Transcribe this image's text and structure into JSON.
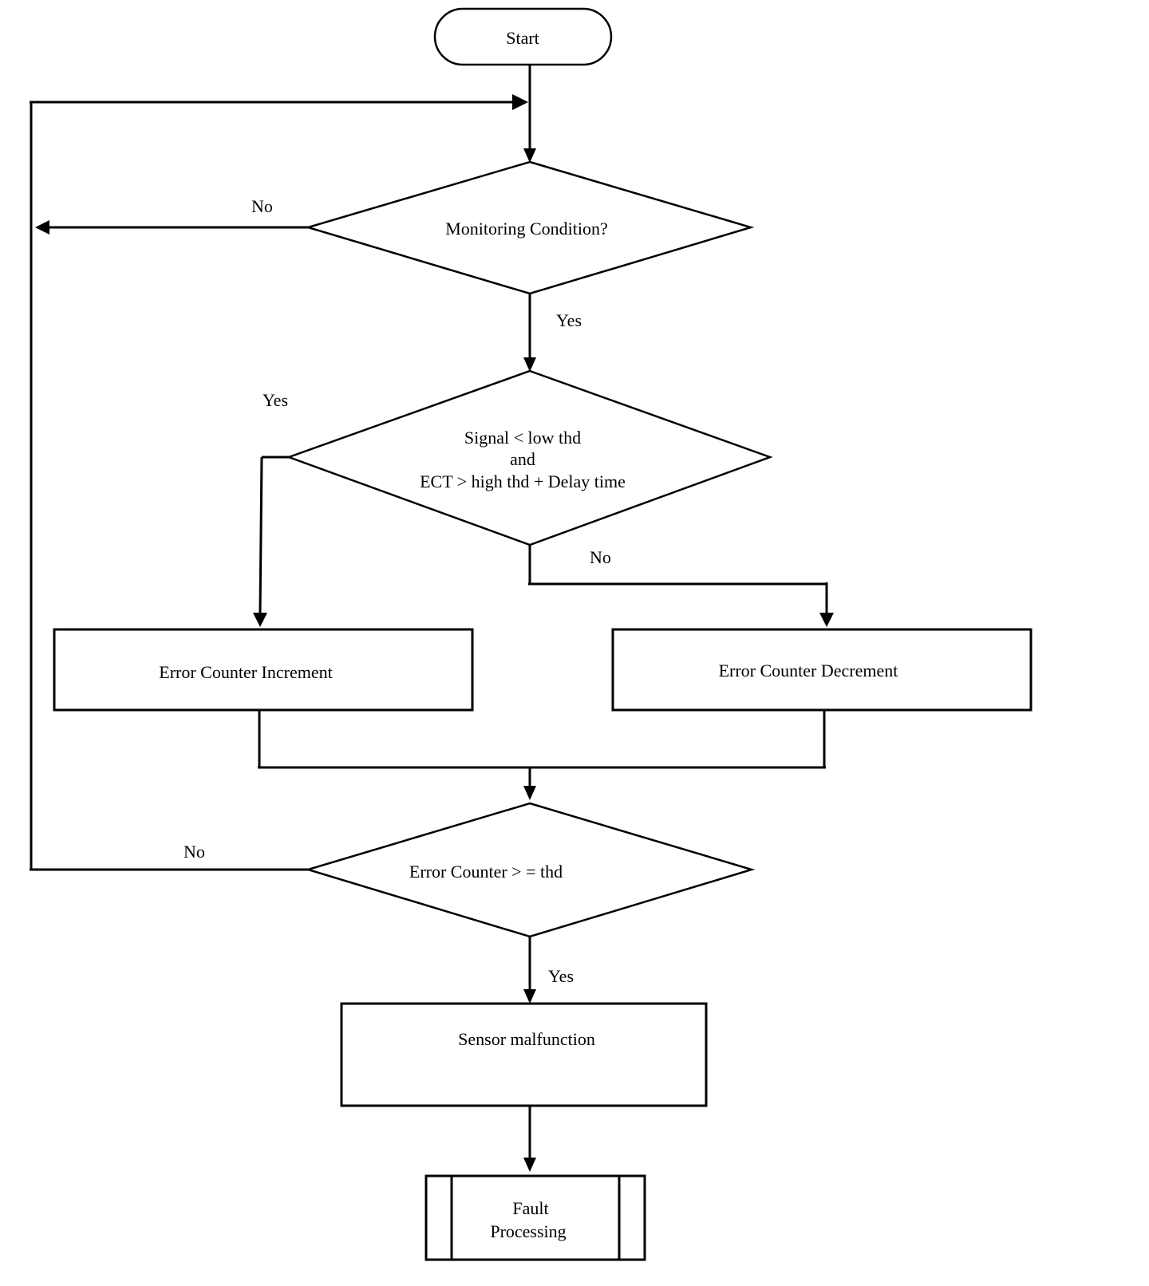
{
  "nodes": {
    "start": "Start",
    "monitoring": "Monitoring Condition?",
    "signal_check": [
      "Signal < low thd",
      "and",
      "ECT > high thd + Delay time"
    ],
    "increment": "Error Counter Increment",
    "decrement": "Error Counter Decrement",
    "threshold": "Error Counter > = thd",
    "malfunction": "Sensor malfunction",
    "fault": [
      "Fault",
      "Processing"
    ]
  },
  "edges": {
    "monitoring_no": "No",
    "monitoring_yes": "Yes",
    "signal_yes": "Yes",
    "signal_no": "No",
    "threshold_no": "No",
    "threshold_yes": "Yes"
  }
}
